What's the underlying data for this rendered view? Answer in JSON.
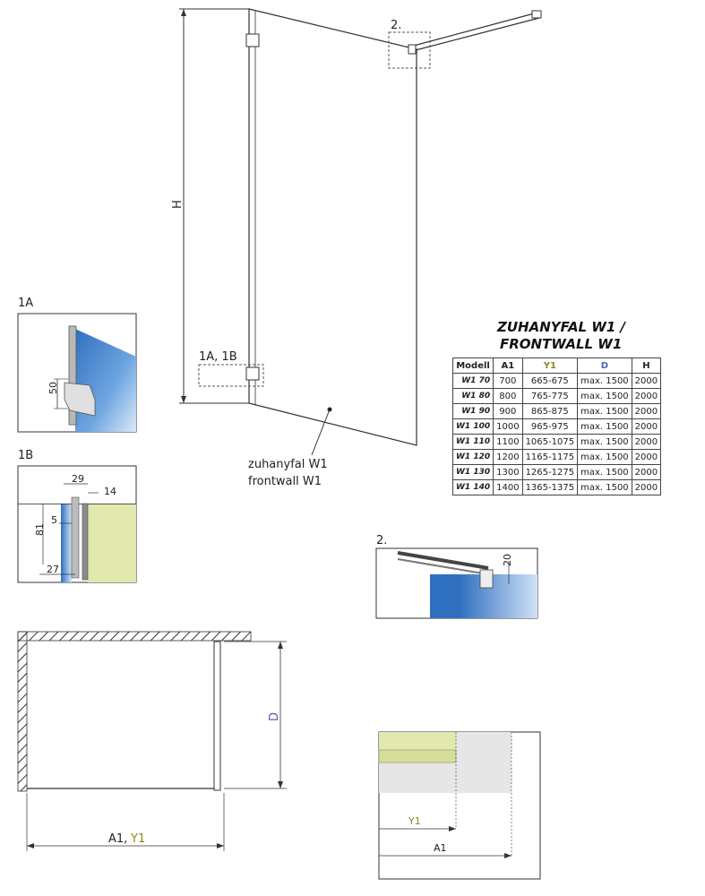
{
  "main_view": {
    "height_label": "H",
    "detail_2_label": "2.",
    "detail_1a1b_label": "1A, 1B",
    "product_line1": "zuhanyfal W1",
    "product_line2": "frontwall W1"
  },
  "detail_1a": {
    "label": "1A",
    "dim": "50"
  },
  "detail_1b": {
    "label": "1B",
    "dim_29": "29",
    "dim_14": "14",
    "dim_5": "5",
    "dim_81": "81",
    "dim_27": "27"
  },
  "detail_2": {
    "label": "2.",
    "dim": "20"
  },
  "plan_view": {
    "depth_label": "D",
    "width_label_a": "A1,",
    "width_label_b": "Y1"
  },
  "section_view": {
    "y1_label": "Y1",
    "a1_label": "A1"
  },
  "spec_table": {
    "title_line1": "ZUHANYFAL W1 /",
    "title_line2": "FRONTWALL W1",
    "headers": [
      "Modell",
      "A1",
      "Y1",
      "D",
      "H"
    ],
    "rows": [
      [
        "W1 70",
        "700",
        "665-675",
        "max. 1500",
        "2000"
      ],
      [
        "W1 80",
        "800",
        "765-775",
        "max. 1500",
        "2000"
      ],
      [
        "W1 90",
        "900",
        "865-875",
        "max. 1500",
        "2000"
      ],
      [
        "W1 100",
        "1000",
        "965-975",
        "max. 1500",
        "2000"
      ],
      [
        "W1 110",
        "1100",
        "1065-1075",
        "max. 1500",
        "2000"
      ],
      [
        "W1 120",
        "1200",
        "1165-1175",
        "max. 1500",
        "2000"
      ],
      [
        "W1 130",
        "1300",
        "1265-1275",
        "max. 1500",
        "2000"
      ],
      [
        "W1 140",
        "1400",
        "1365-1375",
        "max. 1500",
        "2000"
      ]
    ]
  },
  "colors": {
    "glass_blue": "#3a78c8",
    "wall_green": "#e2e8ae",
    "line": "#333333",
    "y1_accent": "#8a8a20",
    "d_accent": "#5060b0"
  }
}
